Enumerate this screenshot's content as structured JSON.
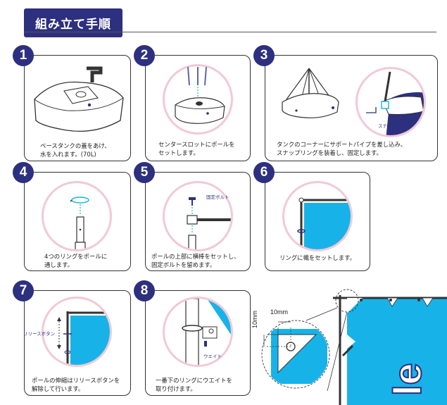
{
  "title": "組み立て手順",
  "steps": [
    {
      "num": "1",
      "caption_line1": "ベースタンクの蓋をあけ、",
      "caption_line2": "水を入れます。(70L)"
    },
    {
      "num": "2",
      "caption_line1": "センタースロットにポールを",
      "caption_line2": "セットします。"
    },
    {
      "num": "3",
      "caption_line1": "タンクのコーナーにサポートパイプを差し込み、",
      "caption_line2": "スナップリングを装着し、固定します。",
      "label": "スナップリング"
    },
    {
      "num": "4",
      "caption_line1": "4つのリングをポールに",
      "caption_line2": "通します。"
    },
    {
      "num": "5",
      "caption_line1": "ポールの上部に横棒をセットし、",
      "caption_line2": "固定ボルトを留めます。",
      "label": "固定ボルト"
    },
    {
      "num": "6",
      "caption_line1": "リングに幟をセットします。",
      "caption_line2": ""
    },
    {
      "num": "7",
      "caption_line1": "ポールの伸縮はリリースボタンを",
      "caption_line2": "解除して行います。",
      "label": "リリースボタン"
    },
    {
      "num": "8",
      "caption_line1": "一番下のリングにウエイトを",
      "caption_line2": "取り付けます。",
      "label": "ウエイト"
    }
  ],
  "detail": {
    "dim_h": "10mm",
    "dim_v": "10mm",
    "banner_text": "le"
  },
  "colors": {
    "navy": "#2d2f7f",
    "cyan": "#17b3e8",
    "pink": "#f2c9d6"
  }
}
